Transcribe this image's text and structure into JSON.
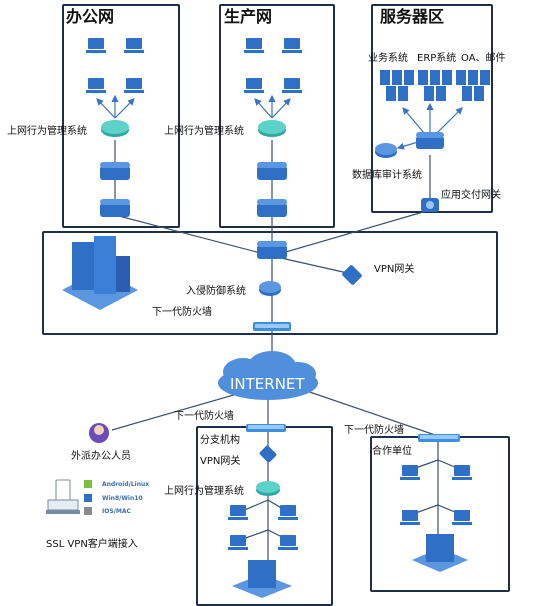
{
  "zones": {
    "office": "办公网",
    "production": "生产网",
    "servers": "服务器区"
  },
  "servers": {
    "business": "业务系统",
    "erp": "ERP系统",
    "oa": "OA、邮件",
    "db_audit": "数据库审计系统",
    "adc": "应用交付网关"
  },
  "office": {
    "behavior_mgmt": "上网行为管理系统"
  },
  "production": {
    "behavior_mgmt": "上网行为管理系统"
  },
  "core": {
    "vpn_gateway": "VPN网关",
    "ips": "入侵防御系统",
    "ngfw": "下一代防火墙"
  },
  "internet": "INTERNET",
  "remote": {
    "staff": "外派办公人员",
    "os_android": "Android/Linux",
    "os_win": "Win8/Win10",
    "os_ios": "IOS/MAC",
    "ssl_vpn": "SSL VPN客户端接入"
  },
  "branch": {
    "ngfw": "下一代防火墙",
    "name": "分支机构",
    "vpn_gateway": "VPN网关",
    "behavior_mgmt": "上网行为管理系统"
  },
  "partner": {
    "ngfw": "下一代防火墙",
    "name": "合作单位"
  }
}
